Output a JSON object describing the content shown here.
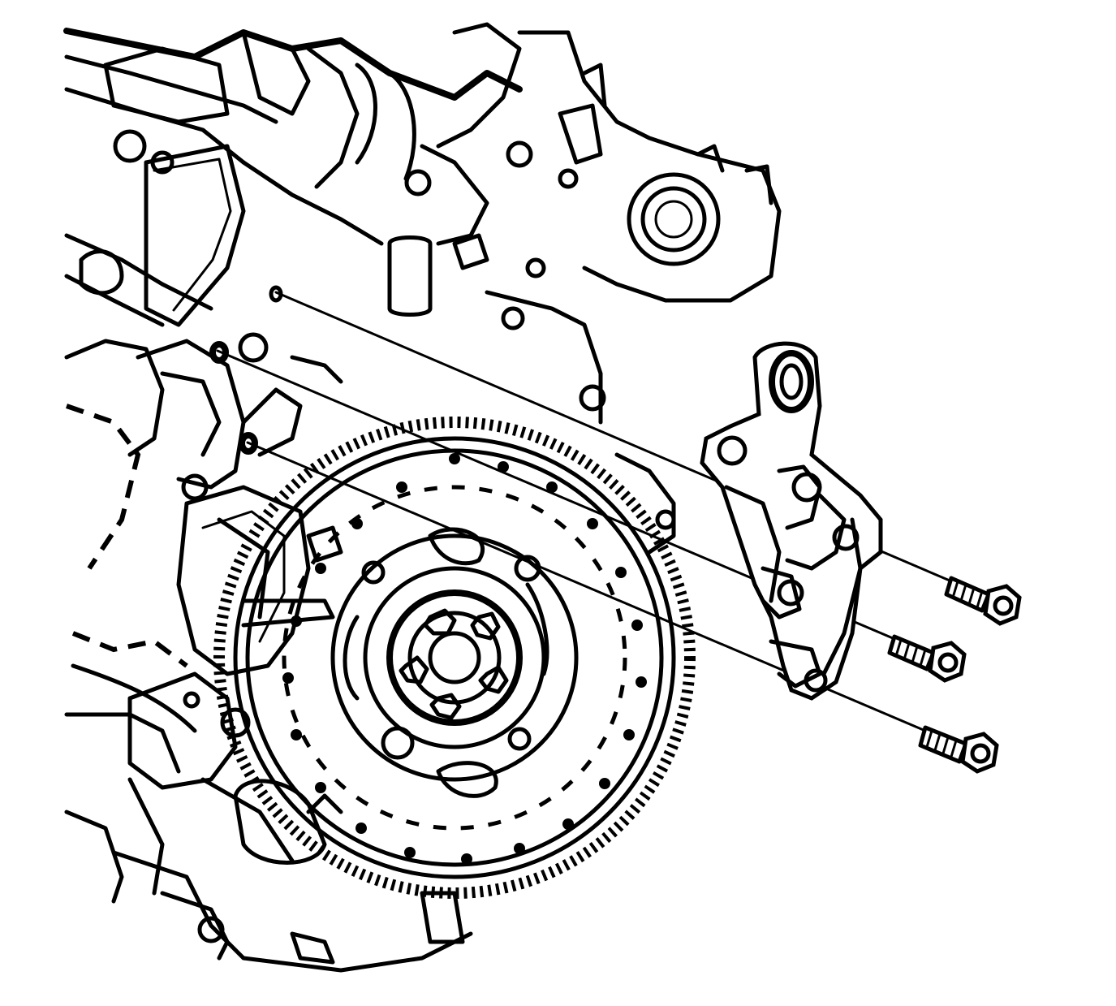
{
  "diagram": {
    "colors": {
      "ink": "#000000",
      "paper": "#ffffff"
    },
    "components": [
      "engine-block",
      "flywheel",
      "engine-mount-bracket",
      "bracket-bolt",
      "bracket-bolt",
      "bracket-bolt"
    ]
  }
}
